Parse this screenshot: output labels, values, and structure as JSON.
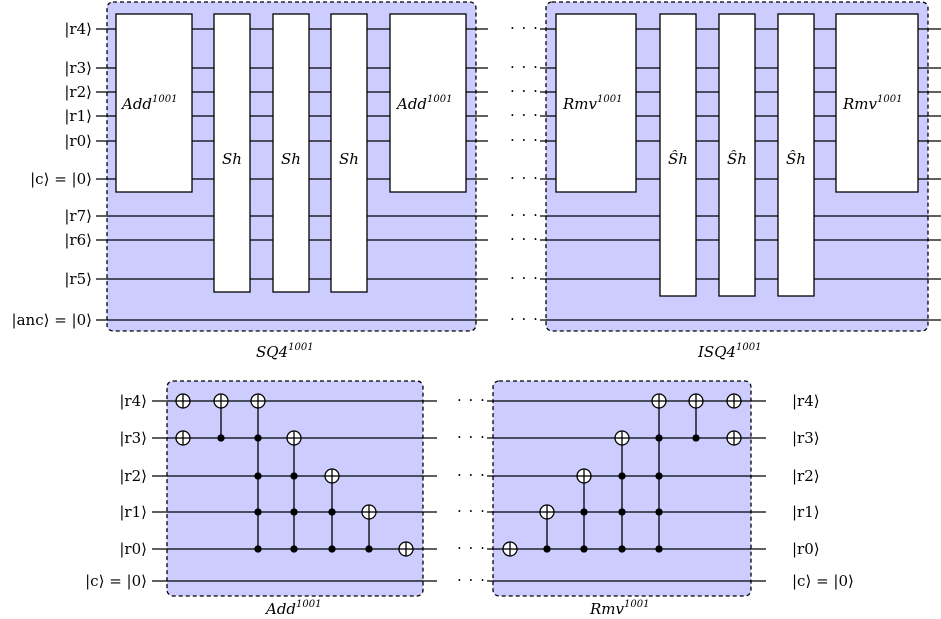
{
  "sq4": {
    "wire_labels": [
      "|r4⟩",
      "|r3⟩",
      "|r2⟩",
      "|r1⟩",
      "|r0⟩",
      "|c⟩ = |0⟩",
      "|r7⟩",
      "|r6⟩",
      "|r5⟩",
      "|anc⟩ = |0⟩"
    ],
    "caption": "SQ4",
    "caption_sup": "1001",
    "gates": [
      {
        "name": "Add",
        "sup": "1001"
      },
      {
        "name": "Sh",
        "sup": ""
      },
      {
        "name": "Sh",
        "sup": ""
      },
      {
        "name": "Sh",
        "sup": ""
      },
      {
        "name": "Add",
        "sup": "1001"
      }
    ]
  },
  "isq4": {
    "caption": "ISQ4",
    "caption_sup": "1001",
    "gates": [
      {
        "name": "Rmv",
        "sup": "1001"
      },
      {
        "name": "Ŝh",
        "sup": ""
      },
      {
        "name": "Ŝh",
        "sup": ""
      },
      {
        "name": "Ŝh",
        "sup": ""
      },
      {
        "name": "Rmv",
        "sup": "1001"
      }
    ]
  },
  "add": {
    "wire_labels": [
      "|r4⟩",
      "|r3⟩",
      "|r2⟩",
      "|r1⟩",
      "|r0⟩",
      "|c⟩ = |0⟩"
    ],
    "caption": "Add",
    "caption_sup": "1001"
  },
  "rmv": {
    "wire_labels": [
      "|r4⟩",
      "|r3⟩",
      "|r2⟩",
      "|r1⟩",
      "|r0⟩",
      "|c⟩ = |0⟩"
    ],
    "caption": "Rmv",
    "caption_sup": "1001"
  },
  "ellipsis": "· · ·",
  "colors": {
    "box_fill": "#ccccff",
    "line": "#000000"
  }
}
